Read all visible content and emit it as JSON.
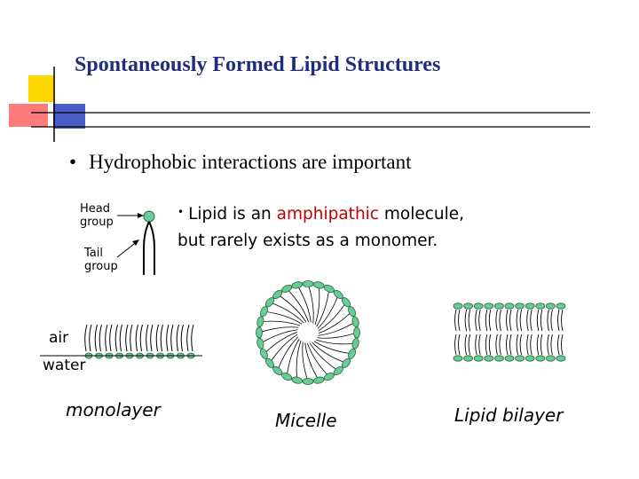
{
  "slide": {
    "title": "Spontaneously Formed Lipid Structures",
    "bullet": {
      "marker": "•",
      "text": "Hydrophobic interactions are important"
    },
    "lipid_note": {
      "marker": "•",
      "line1_prefix": "Lipid is an ",
      "line1_highlight": "amphipathic",
      "line1_suffix": " molecule,",
      "line2": "but rarely exists as a monomer.",
      "highlight_color": "#c00000"
    },
    "labels": {
      "head_group": "Head group",
      "tail_group": "Tail group",
      "air": "air",
      "water": "water",
      "monolayer": "monolayer",
      "micelle": "Micelle",
      "bilayer": "Lipid bilayer"
    },
    "colors": {
      "title": "#1f2d7a",
      "head_fill": "#66cc99",
      "accent_yellow": "#ffd700",
      "accent_red": "#ff6b6b",
      "accent_blue": "#4a5ec8"
    }
  }
}
